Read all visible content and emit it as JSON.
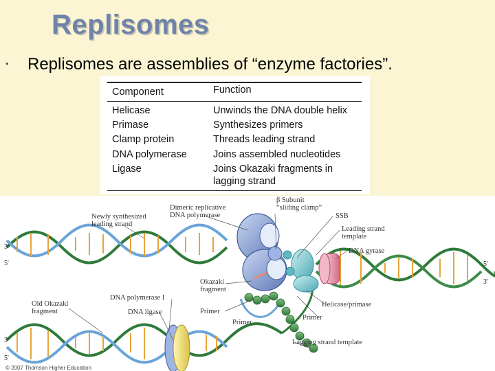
{
  "slide": {
    "title": "Replisomes",
    "bullet": "Replisomes are assemblies of “enzyme factories”."
  },
  "table": {
    "headers": [
      "Component",
      "Function"
    ],
    "rows": [
      {
        "component": "Helicase",
        "function": [
          "Unwinds the DNA double helix"
        ]
      },
      {
        "component": "Primase",
        "function": [
          "Synthesizes primers"
        ]
      },
      {
        "component": "Clamp protein",
        "function": [
          "Threads leading  strand"
        ]
      },
      {
        "component": "DNA polymerase",
        "function": [
          "Joins assembled nucleotides"
        ]
      },
      {
        "component": "Ligase",
        "function": [
          "Joins Okazaki fragments in",
          "lagging strand"
        ]
      }
    ]
  },
  "diagram": {
    "labels": {
      "newly_synth_1": "Newly synthesized",
      "newly_synth_2": "leading strand",
      "dimeric_1": "Dimeric replicative",
      "dimeric_2": "DNA polymerase",
      "beta_1": "β Subunit",
      "beta_2": "“sliding clamp”",
      "ssb": "SSB",
      "leading_tmpl_1": "Leading strand",
      "leading_tmpl_2": "template",
      "gyrase": "DNA gyrase",
      "okazaki_1": "Okazaki",
      "okazaki_2": "fragment",
      "old_okazaki_1": "Old Okazaki",
      "old_okazaki_2": "fragment",
      "pol1": "DNA polymerase I",
      "ligase": "DNA ligase",
      "primer_a": "Primer",
      "primer_b": "Primer",
      "primer_c": "Primer",
      "helicase_primase": "Helicase/primase",
      "lagging_tmpl": "Lagging strand template",
      "end_3_left": "3'",
      "end_5_left": "5'",
      "end_3_left_b": "3'",
      "end_5_left_b": "5'",
      "end_5_right": "5'",
      "end_3_right": "3'"
    },
    "copyright": "© 2007 Thomson Higher Education"
  }
}
